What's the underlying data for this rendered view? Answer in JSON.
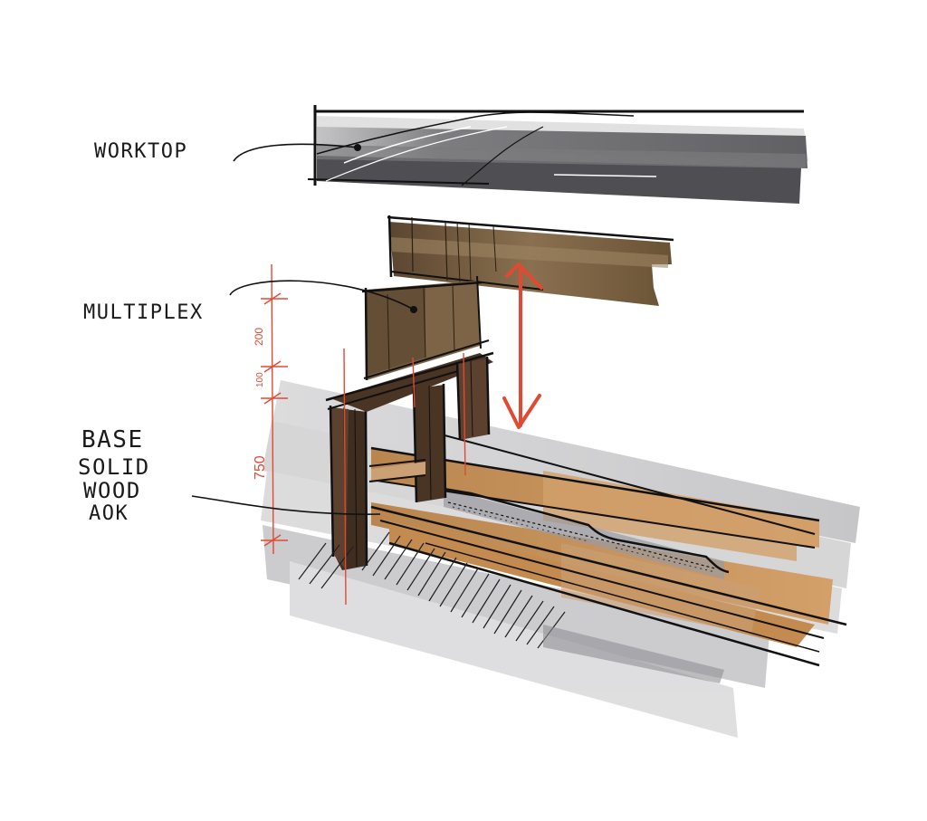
{
  "labels": {
    "worktop": "WORKTOP",
    "multiplex": "MULTIPLEX",
    "base_line1": "BASE",
    "base_line2": "SOLID",
    "base_line3": "WOOD",
    "base_line4": "AOK"
  },
  "dimensions": {
    "d200": "200",
    "d100": "100",
    "d750": "750"
  },
  "colors": {
    "accent_red": "#e04a33",
    "worktop_grey": "#5b5b5f",
    "multiplex_brown": "#7a6347",
    "oak_brown": "#c9955d",
    "dark_wood": "#3a2a1e",
    "shadow_grey": "#c9c9cb"
  },
  "icons": {
    "arrow": "double-headed-arrow-icon"
  }
}
